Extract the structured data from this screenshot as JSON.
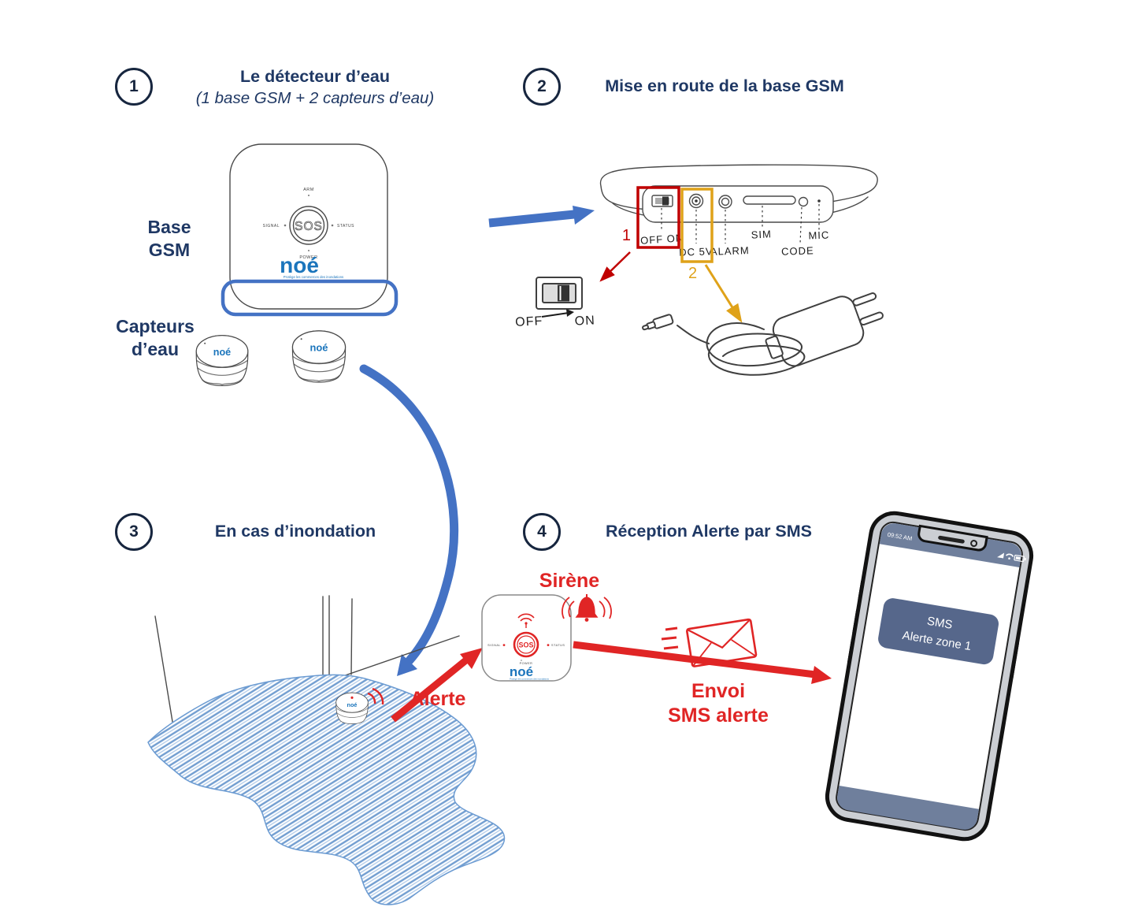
{
  "palette": {
    "navy": "#1f3864",
    "badge": "#17263f",
    "blue": "#4472c4",
    "red": "#e02525",
    "darkred": "#c00000",
    "orange": "#dfa219",
    "logoblue": "#1b75bc",
    "water": "#4d84c4",
    "slate": "#56678b",
    "slatelight": "#6f7f9c"
  },
  "step1": {
    "number": "1",
    "title": "Le détecteur d’eau",
    "subtitle": "(1 base GSM + 2 capteurs d’eau)",
    "label_base_line1": "Base",
    "label_base_line2": "GSM",
    "label_sensors_line1": "Capteurs",
    "label_sensors_line2": "d’eau"
  },
  "device_front": {
    "arm": "ARM",
    "signal": "SIGNAL",
    "status": "STATUS",
    "power": "POWER",
    "sos": "SOS",
    "logo": "noé",
    "tagline": "Protège les commerces des inondations"
  },
  "sensor_logo": "noé",
  "step2": {
    "number": "2",
    "title": "Mise en route de la base GSM",
    "marker_1": "1",
    "marker_2": "2",
    "port_onoff": "OFF ON",
    "port_dc": "DC 5V",
    "port_alarm": "ALARM",
    "port_sim": "SIM",
    "port_code": "CODE",
    "port_mic": "MIC",
    "switch_off": "OFF",
    "switch_on": "ON"
  },
  "step3": {
    "number": "3",
    "title": "En cas d’inondation",
    "alert_label": "Alerte"
  },
  "step4": {
    "number": "4",
    "title": "Réception Alerte par SMS",
    "siren_label": "Sirène",
    "send_line1": "Envoi",
    "send_line2": "SMS alerte"
  },
  "phone": {
    "time": "09:52 AM",
    "sms_line1": "SMS",
    "sms_line2": "Alerte zone 1"
  }
}
